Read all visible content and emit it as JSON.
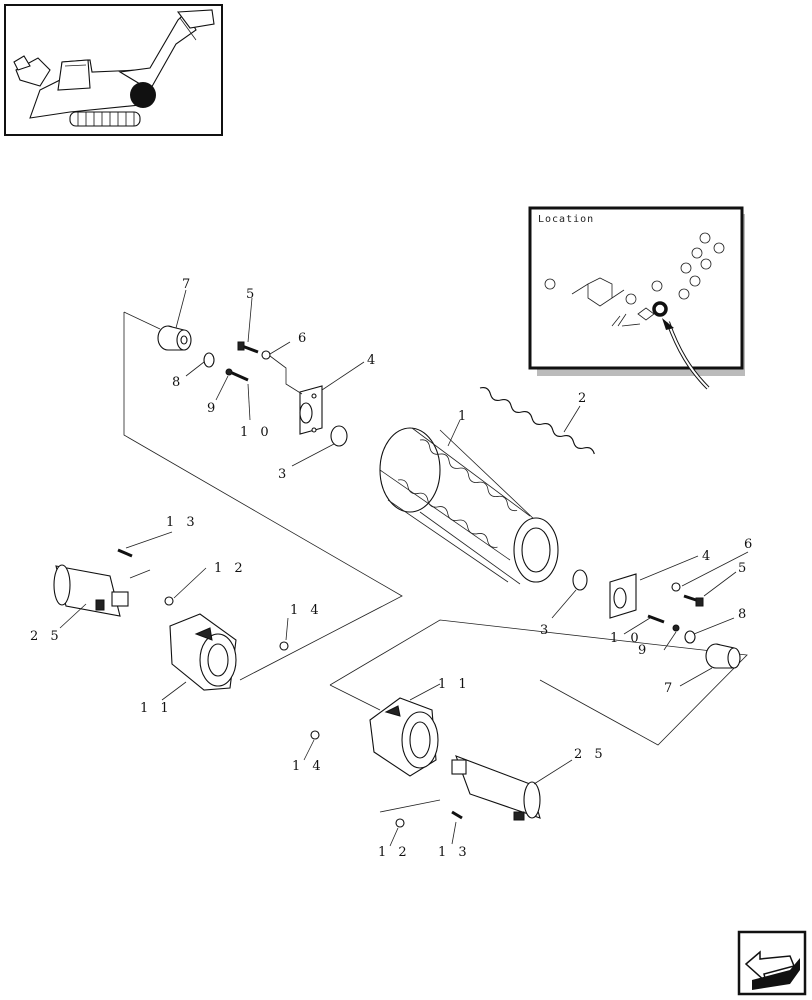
{
  "location_box": {
    "title": "Location"
  },
  "callouts": [
    {
      "id": "c7a",
      "text": "7"
    },
    {
      "id": "c5a",
      "text": "5"
    },
    {
      "id": "c6a",
      "text": "6"
    },
    {
      "id": "c4a",
      "text": "4"
    },
    {
      "id": "c8a",
      "text": "8"
    },
    {
      "id": "c9a",
      "text": "9"
    },
    {
      "id": "c10a",
      "text": "1 0"
    },
    {
      "id": "c3a",
      "text": "3"
    },
    {
      "id": "c2",
      "text": "2"
    },
    {
      "id": "c1",
      "text": "1"
    },
    {
      "id": "c13a",
      "text": "1 3"
    },
    {
      "id": "c12a",
      "text": "1 2"
    },
    {
      "id": "c25a",
      "text": "2 5"
    },
    {
      "id": "c14a",
      "text": "1 4"
    },
    {
      "id": "c11a",
      "text": "1 1"
    },
    {
      "id": "c4b",
      "text": "4"
    },
    {
      "id": "c6b",
      "text": "6"
    },
    {
      "id": "c5b",
      "text": "5"
    },
    {
      "id": "c3b",
      "text": "3"
    },
    {
      "id": "c10b",
      "text": "1 0"
    },
    {
      "id": "c8b",
      "text": "8"
    },
    {
      "id": "c9b",
      "text": "9"
    },
    {
      "id": "c7b",
      "text": "7"
    },
    {
      "id": "c11b",
      "text": "1 1"
    },
    {
      "id": "c25b",
      "text": "2 5"
    },
    {
      "id": "c14b",
      "text": "1 4"
    },
    {
      "id": "c12b",
      "text": "1 2"
    },
    {
      "id": "c13b",
      "text": "1 3"
    }
  ],
  "icons": {
    "thumbnail": "machine-thumbnail-icon",
    "next_page": "next-page-arrow-icon"
  }
}
